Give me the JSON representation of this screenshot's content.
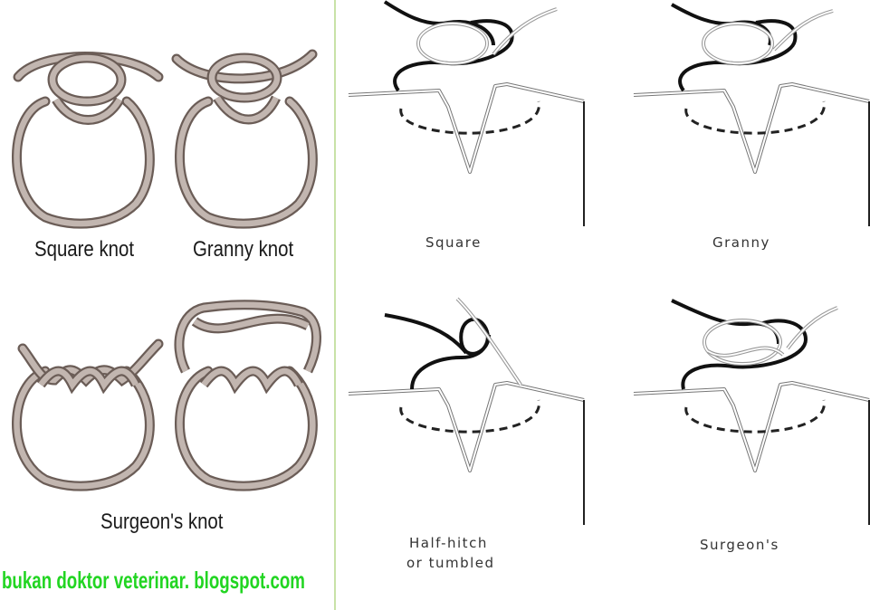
{
  "left_panel": {
    "labels": {
      "square": "Square knot",
      "granny": "Granny knot",
      "surgeons": "Surgeon's knot"
    }
  },
  "right_panel": {
    "labels": {
      "square": "Square",
      "granny": "Granny",
      "half_hitch_line1": "Half-hitch",
      "half_hitch_line2": "or tumbled",
      "surgeons": "Surgeon's"
    }
  },
  "watermark": "bukan doktor veterinar. blogspot.com",
  "colors": {
    "rope_outline": "#6b5d57",
    "rope_fill": "#c2b6b0",
    "ink": "#111111",
    "divider": "#b5d98a",
    "watermark": "#22d522"
  }
}
